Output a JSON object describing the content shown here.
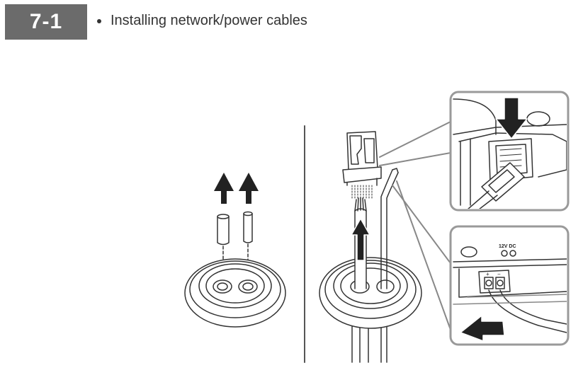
{
  "step": {
    "number": "7-1"
  },
  "heading": {
    "text": "Installing network/power cables"
  },
  "figure": {
    "voltage_label": "12V DC",
    "terminal_plus": "+",
    "terminal_minus": "−"
  },
  "colors": {
    "badge": "#6b6b6b",
    "line": "#333333",
    "panel_border": "#9a9a9a"
  }
}
